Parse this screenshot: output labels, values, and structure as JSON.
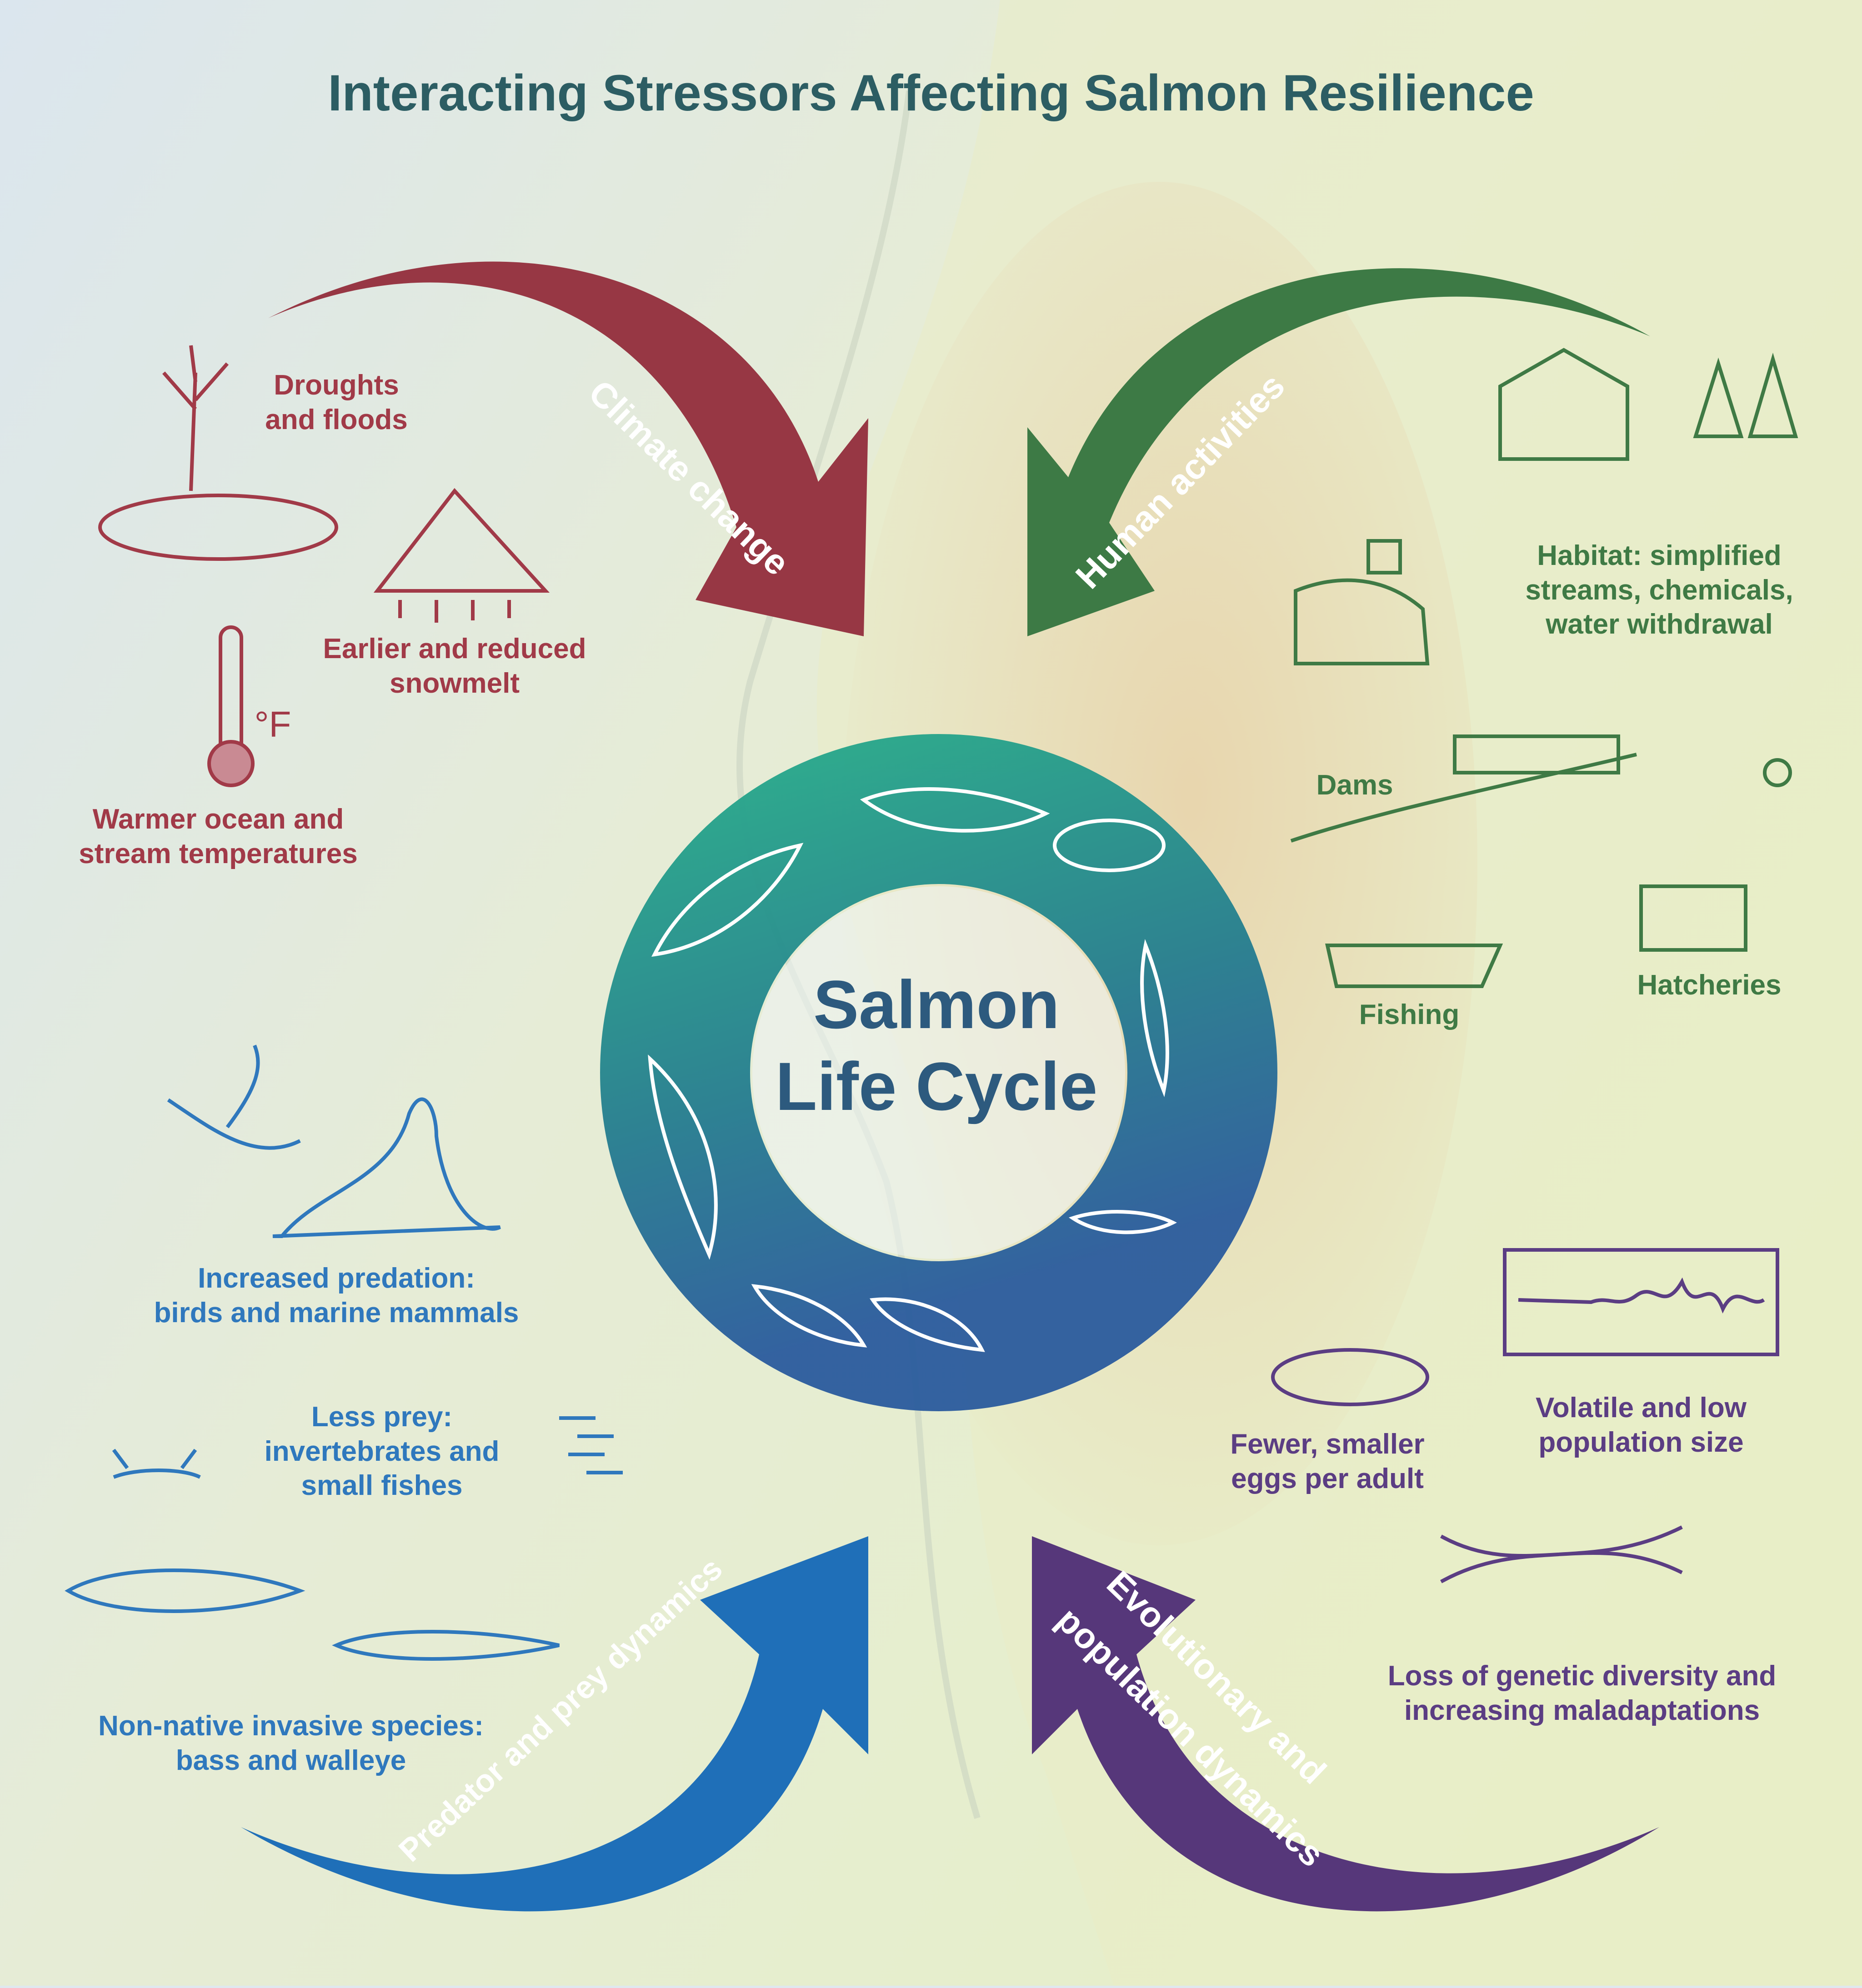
{
  "title": "Interacting Stressors Affecting Salmon Resilience",
  "center": {
    "line1": "Salmon",
    "line2": "Life Cycle"
  },
  "arrows": {
    "climate": "Climate change",
    "human": "Human activities",
    "predator": "Predator and prey dynamics",
    "evolution_line1": "Evolutionary and",
    "evolution_line2": "population dynamics"
  },
  "stressors": {
    "droughts": [
      "Droughts",
      "and floods"
    ],
    "snowmelt": [
      "Earlier and reduced",
      "snowmelt"
    ],
    "warmer": [
      "Warmer ocean and",
      "stream temperatures"
    ],
    "thermometer_unit": "°F",
    "habitat": [
      "Habitat: simplified",
      "streams, chemicals,",
      "water withdrawal"
    ],
    "dams": [
      "Dams"
    ],
    "fishing": [
      "Fishing"
    ],
    "hatcheries": [
      "Hatcheries"
    ],
    "predation": [
      "Increased predation:",
      "birds and marine mammals"
    ],
    "prey": [
      "Less prey:",
      "invertebrates and",
      "small fishes"
    ],
    "invasive": [
      "Non-native invasive species:",
      "bass and walleye"
    ],
    "eggs": [
      "Fewer, smaller",
      "eggs per adult"
    ],
    "volatile": [
      "Volatile and low",
      "population size"
    ],
    "genetic": [
      "Loss of genetic diversity and",
      "increasing maladaptations"
    ]
  },
  "colors": {
    "climate": "#973744",
    "human": "#3d7a45",
    "predator": "#1f6fb8",
    "evolution": "#56377a",
    "ring_top": "#27a08a",
    "ring_bottom": "#2a5d9c"
  },
  "icons": [
    "dead-tree-icon",
    "mountain-snow-icon",
    "thermometer-icon",
    "house-icon",
    "pipe-outfall-icon",
    "dam-icon",
    "hatchery-icon",
    "fishing-boat-icon",
    "seabird-icon",
    "sea-lion-icon",
    "insect-icon",
    "small-fish-icon",
    "bass-icon",
    "walleye-icon",
    "egg-cluster-icon",
    "population-graph-icon",
    "dna-icon",
    "salmon-icon"
  ]
}
